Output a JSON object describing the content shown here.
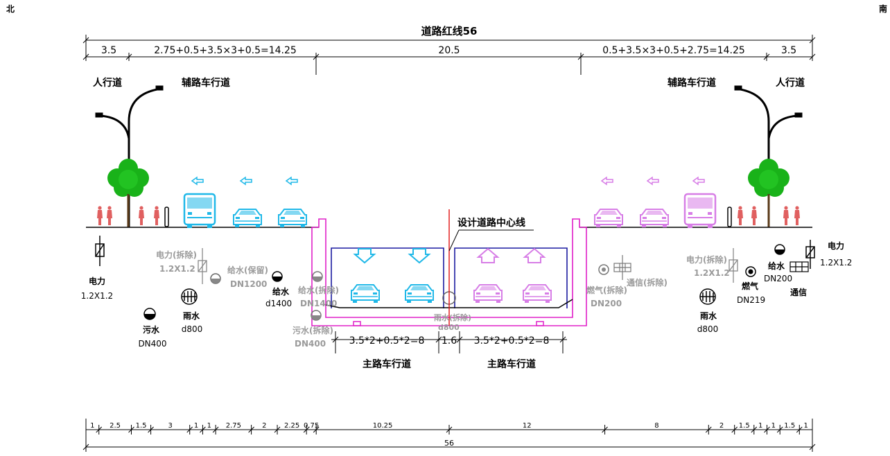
{
  "orientation": {
    "north": "北",
    "south": "南"
  },
  "top_dimension": {
    "title": "道路红线56",
    "segments": [
      "3.5",
      "2.75+0.5+3.5×3+0.5=14.25",
      "20.5",
      "0.5+3.5×3+0.5+2.75=14.25",
      "3.5"
    ]
  },
  "zones": {
    "sidewalk_left": "人行道",
    "aux_left": "辅路车行道",
    "aux_right": "辅路车行道",
    "sidewalk_right": "人行道",
    "main_left": "主路车行道",
    "main_right": "主路车行道",
    "centerline": "设计道路中心线"
  },
  "main_dimensions": [
    "3.5*2+0.5*2=8",
    "1.6",
    "3.5*2+0.5*2=8"
  ],
  "utilities_left": {
    "power_label": "电力",
    "power_size": "1.2X1.2",
    "power_removed_label": "电力(拆除)",
    "power_removed_size": "1.2X1.2",
    "sewage_label": "污水",
    "sewage_size": "DN400",
    "rain_label": "雨水",
    "rain_size": "d800",
    "water_kept_label": "给水(保留)",
    "water_kept_size": "DN1200",
    "water_label": "给水",
    "water_size": "d1400",
    "water_removed_label": "给水(拆除)",
    "water_removed_size": "DN1400",
    "sewage_removed_label": "污水(拆除)",
    "sewage_removed_size": "DN400",
    "rain_removed_label": "雨水(拆除)",
    "rain_removed_size": "d800"
  },
  "utilities_right": {
    "gas_removed_label": "燃气(拆除)",
    "gas_removed_size": "DN200",
    "telecom_removed_label": "通信(拆除)",
    "power_removed_label": "电力(拆除)",
    "power_removed_size": "1.2X1.2",
    "rain_label": "雨水",
    "rain_size": "d800",
    "gas_label": "燃气",
    "gas_size": "DN219",
    "water_label": "给水",
    "water_size": "DN200",
    "telecom_label": "通信",
    "power_label": "电力",
    "power_size": "1.2X1.2"
  },
  "bottom_dimension": {
    "segments": [
      "1",
      "2.5",
      "1.5",
      "3",
      "1",
      "1",
      "2.75",
      "2",
      "2.25",
      "0.75",
      "10.25",
      "12",
      "8",
      "2",
      "1.5",
      "1",
      "1",
      "1.5",
      "1"
    ],
    "total": "56"
  },
  "colors": {
    "left_traffic": "#1fb8e8",
    "right_traffic": "#d77de6",
    "tunnel_wall": "#e020c8",
    "tunnel_inner": "#1a1aa0",
    "tree": "#19b219",
    "pedestrian": "#e06060",
    "centerline": "#e01010"
  }
}
